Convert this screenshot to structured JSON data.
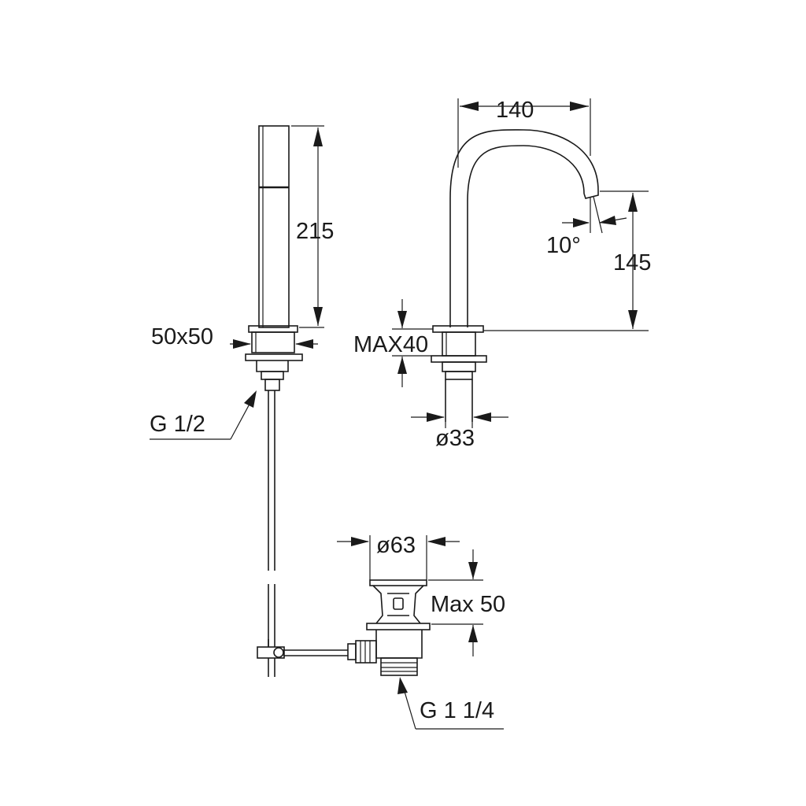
{
  "labels": {
    "hand_shower_height": "215",
    "hand_shower_base": "50x50",
    "hand_shower_thread": "G 1/2",
    "spout_reach": "140",
    "spout_angle": "10°",
    "spout_height": "145",
    "spout_max_deck": "MAX40",
    "spout_shank": "ø33",
    "waste_diameter": "ø63",
    "waste_max": "Max 50",
    "waste_thread": "G 1 1/4"
  }
}
